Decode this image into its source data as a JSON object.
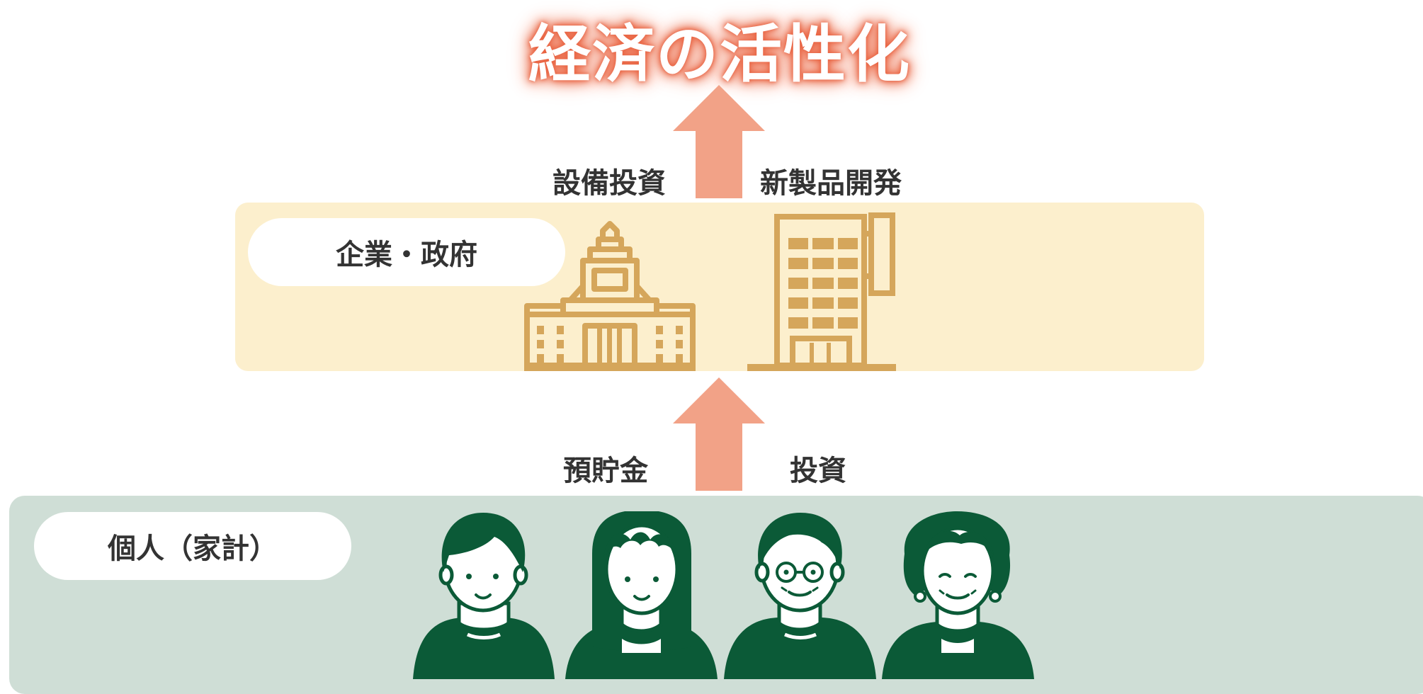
{
  "title": "経済の活性化",
  "upper_flow": {
    "left_label": "設備投資",
    "right_label": "新製品開発"
  },
  "lower_flow": {
    "left_label": "預貯金",
    "right_label": "投資"
  },
  "corporate_band": {
    "label": "企業・政府",
    "icons": [
      "government-building-icon",
      "office-building-icon"
    ]
  },
  "household_band": {
    "label": "個人（家計）",
    "people": [
      "young-man",
      "long-haired-woman",
      "older-man-with-glasses",
      "older-woman-with-earrings"
    ]
  },
  "colors": {
    "title_glow": "#e8613f",
    "arrow": "#f2a287",
    "corporate_band": "#fcefcd",
    "household_band": "#cfded6",
    "building": "#d5a65b",
    "person": "#0b5a37"
  }
}
